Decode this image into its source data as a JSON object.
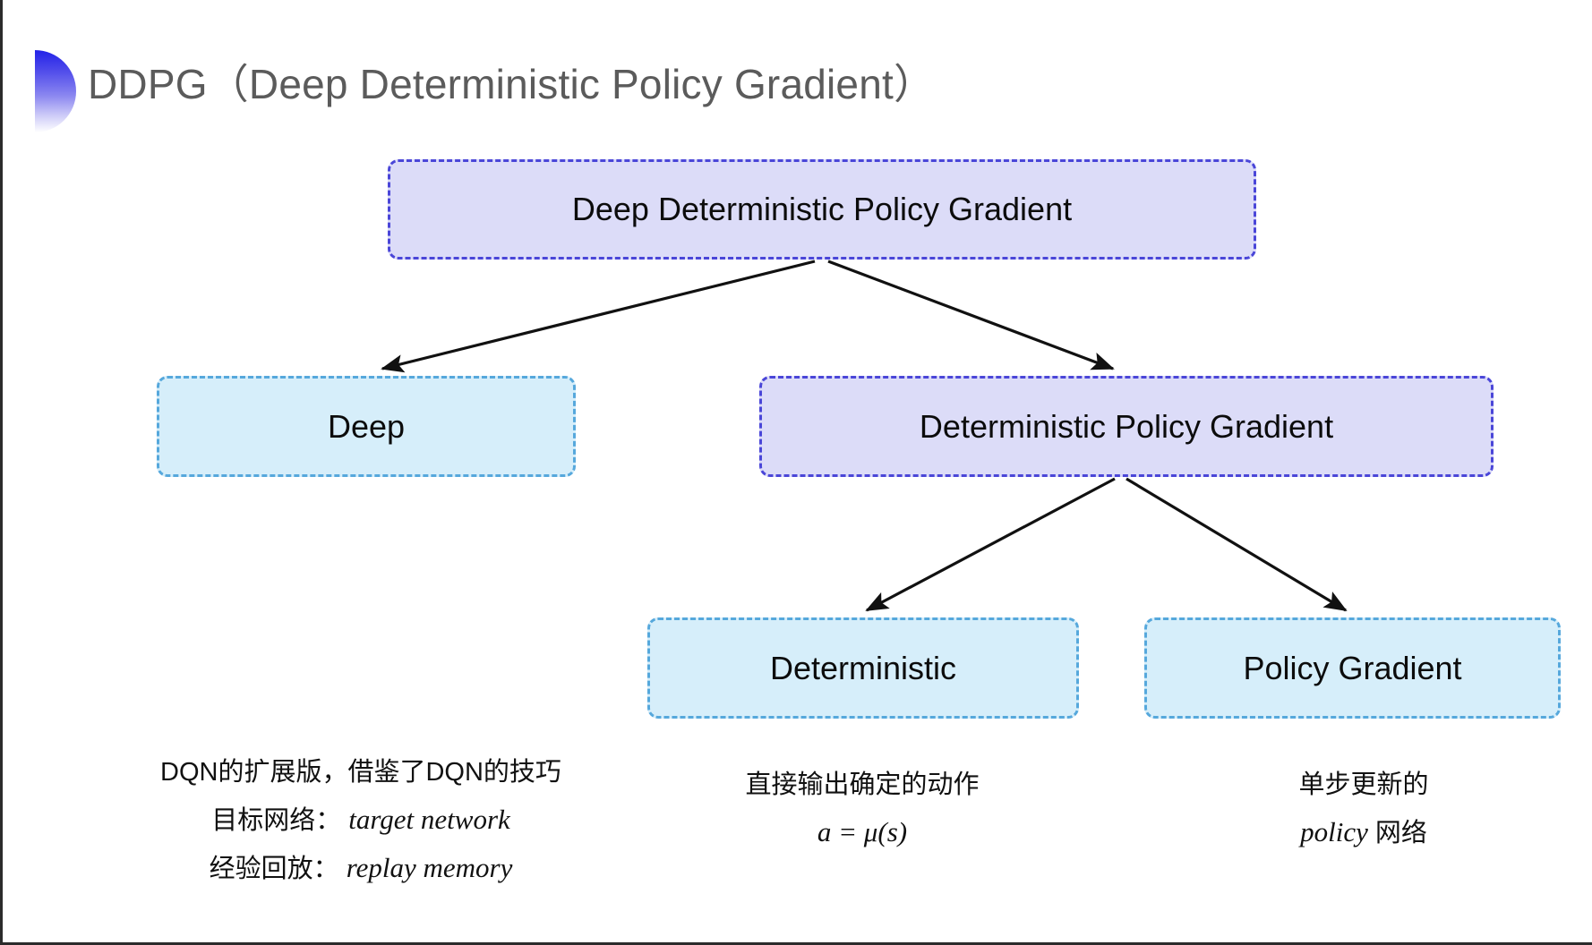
{
  "slide": {
    "title": "DDPG（Deep Deterministic Policy Gradient）",
    "background_color": "#ffffff",
    "title_color": "#5b5b5b",
    "accent_gradient_from": "#2222e8",
    "accent_gradient_to": "#ffffff"
  },
  "palette": {
    "purple_fill": "#dcdcf8",
    "purple_border": "#4a46d8",
    "blue_fill": "#d6eefa",
    "blue_border": "#56a8dc",
    "arrow_color": "#111111",
    "text_color": "#0c0c0c"
  },
  "diagram": {
    "type": "tree",
    "nodes": [
      {
        "id": "root",
        "label": "Deep Deterministic Policy Gradient",
        "style": "purple"
      },
      {
        "id": "deep",
        "label": "Deep",
        "style": "blue"
      },
      {
        "id": "dpg",
        "label": "Deterministic Policy Gradient",
        "style": "purple"
      },
      {
        "id": "det",
        "label": "Deterministic",
        "style": "blue"
      },
      {
        "id": "pg",
        "label": "Policy Gradient",
        "style": "blue"
      }
    ],
    "edges": [
      {
        "from": "root",
        "to": "deep"
      },
      {
        "from": "root",
        "to": "dpg"
      },
      {
        "from": "dpg",
        "to": "det"
      },
      {
        "from": "dpg",
        "to": "pg"
      }
    ]
  },
  "captions": {
    "deep": {
      "line1": "DQN的扩展版，借鉴了DQN的技巧",
      "line2_label": "目标网络：",
      "line2_term": "target network",
      "line3_label": "经验回放：",
      "line3_term": "replay memory"
    },
    "deterministic": {
      "line1": "直接输出确定的动作",
      "formula": "a = μ(s)"
    },
    "policy_gradient": {
      "line1": "单步更新的",
      "line2_term": "policy",
      "line2_suffix": " 网络"
    }
  }
}
